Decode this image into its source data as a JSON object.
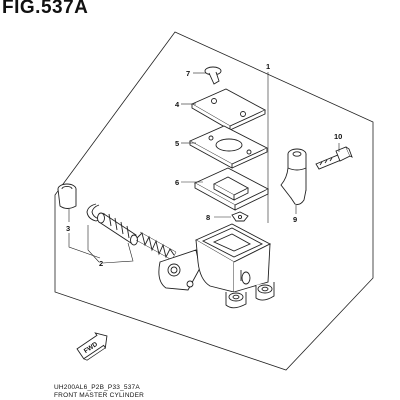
{
  "figure": {
    "title": "FIG.537A",
    "code": "UH200AL6_P2B_P33_537A",
    "caption": "FRONT MASTER CYLINDER",
    "fwd_label": "FWD"
  },
  "callouts": {
    "c1": "1",
    "c2": "2",
    "c3": "3",
    "c4": "4",
    "c5": "5",
    "c6": "6",
    "c7": "7",
    "c8": "8",
    "c9": "9",
    "c10": "10"
  }
}
